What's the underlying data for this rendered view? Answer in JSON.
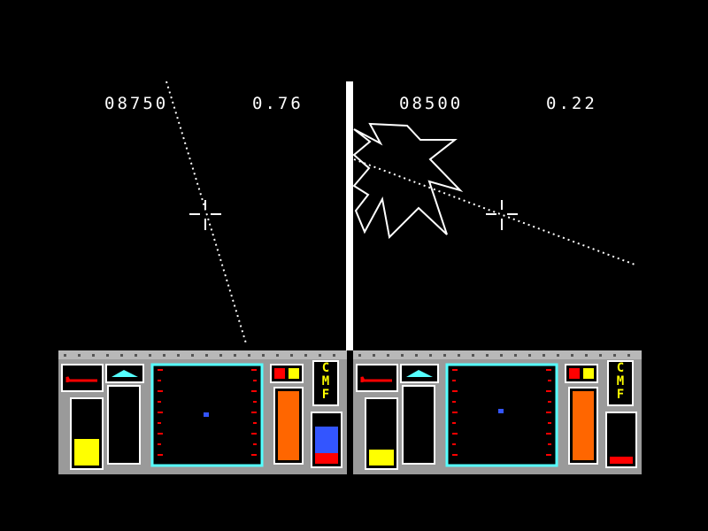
{
  "players": [
    {
      "score": "08750",
      "timer": "0.76",
      "panel": {
        "fuel_level": 0.42,
        "shield_level": 0.0,
        "cmf_letters": [
          "C",
          "M",
          "F"
        ],
        "cmf_color": "#ffff00",
        "has_blue_gauge": true,
        "blue_gauge_level": 0.72
      }
    },
    {
      "score": "08500",
      "timer": "0.22",
      "panel": {
        "fuel_level": 0.25,
        "shield_level": 0.0,
        "cmf_letters": [
          "C",
          "M",
          "F"
        ],
        "cmf_color": "#ffff00",
        "has_blue_gauge": false,
        "blue_gauge_level": 0.0
      }
    }
  ],
  "colors": {
    "background": "#000000",
    "wireframe": "#ffffff",
    "panel_grey": "#9a9a9a",
    "fuel_yellow": "#ffff00",
    "orange_gauge": "#ff6600",
    "blue_gauge": "#3355ff",
    "red_accent": "#ff0000",
    "cyan_accent": "#55ffff",
    "radar_blip": "#3355ff"
  }
}
